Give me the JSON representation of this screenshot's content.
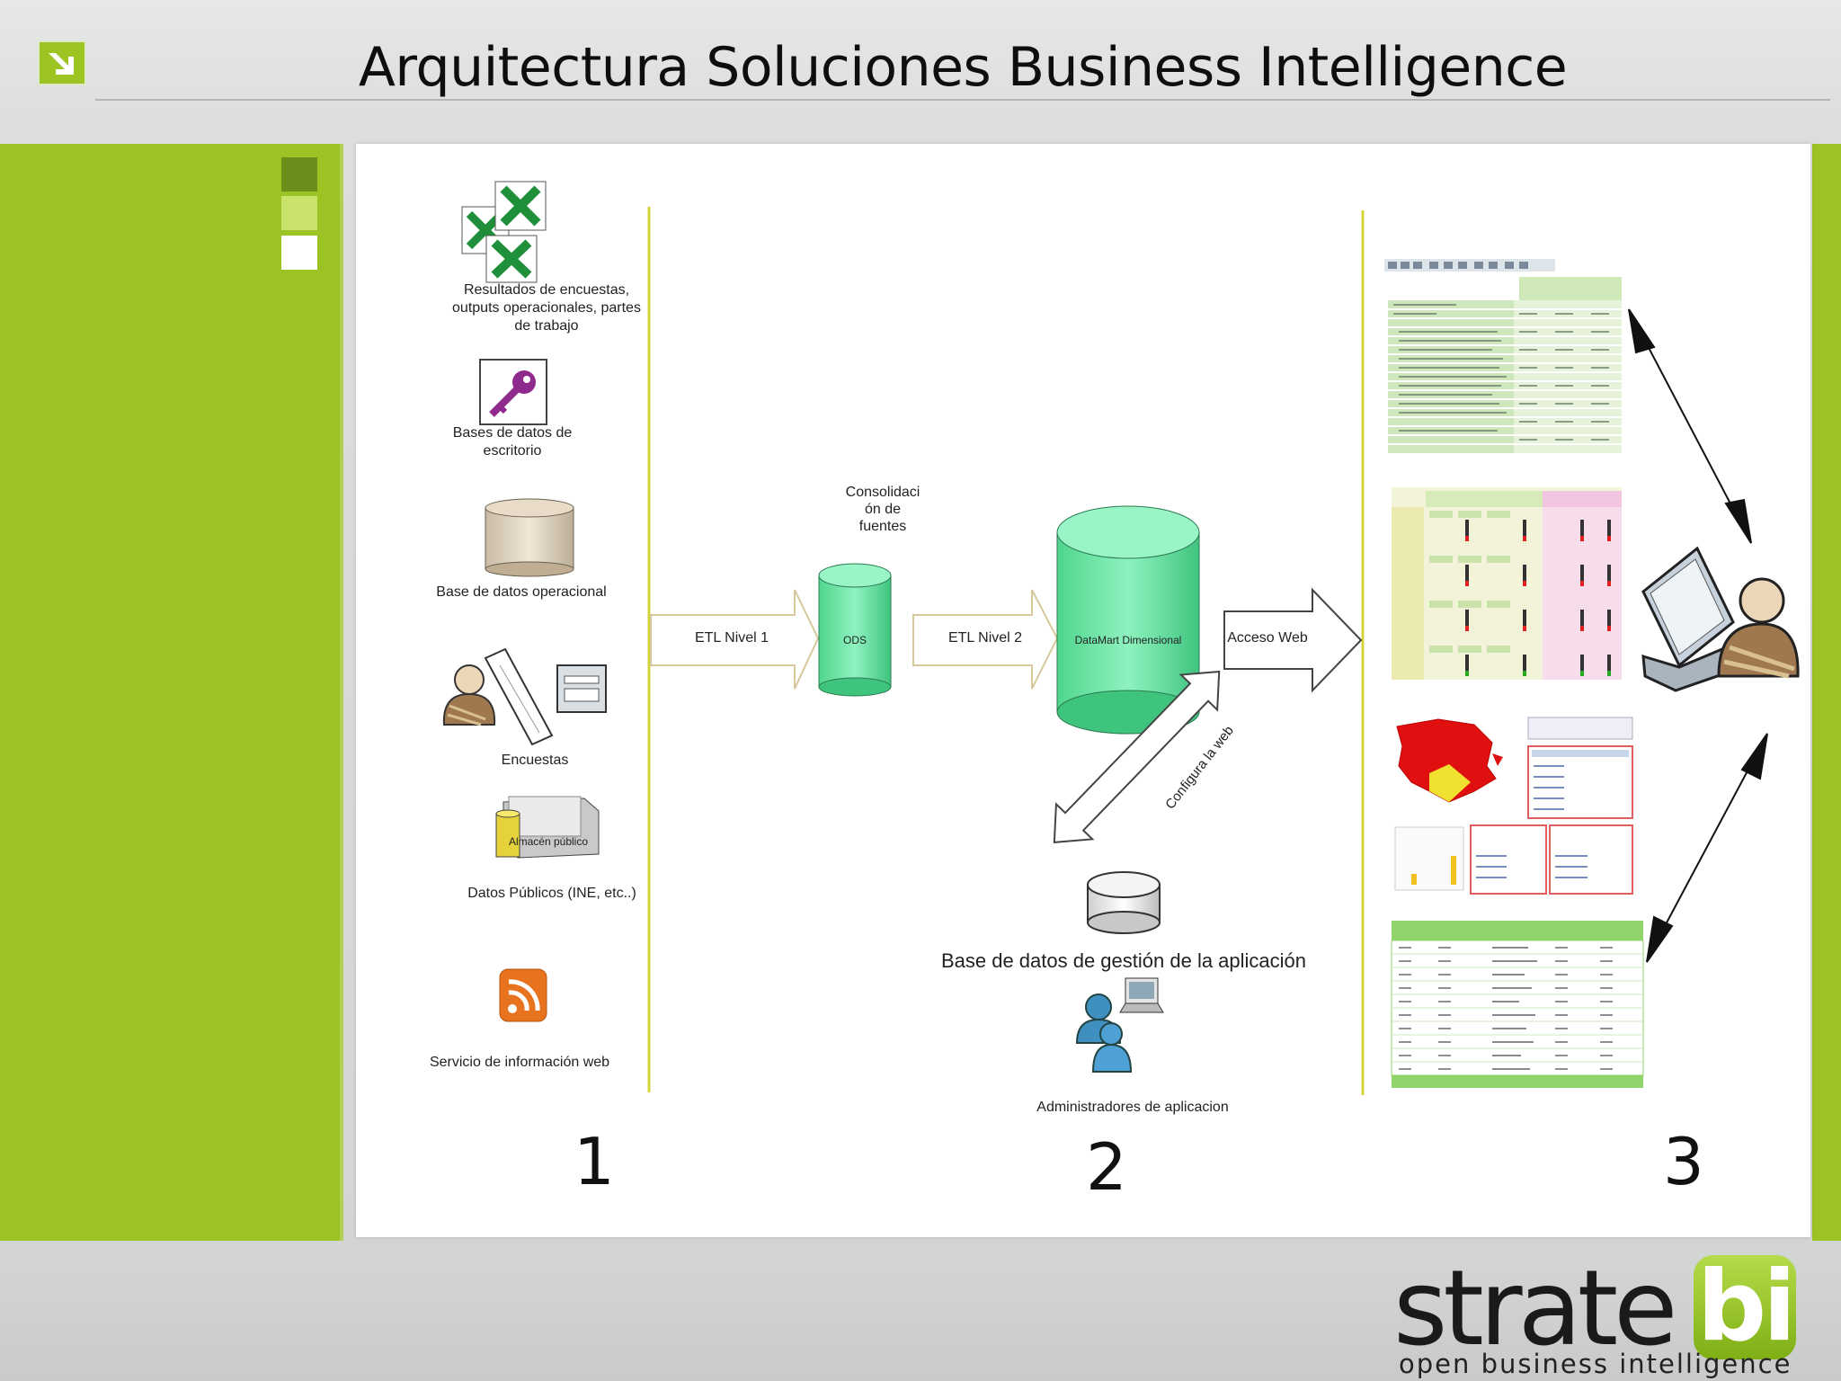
{
  "slide": {
    "title": "Arquitectura Soluciones Business Intelligence"
  },
  "sources": {
    "excel_label": "Resultados de encuestas, outputs operacionales, partes de trabajo",
    "access_label": "Bases de datos de escritorio",
    "opdb_label": "Base de datos operacional",
    "surveys_label": "Encuestas",
    "public_store_caption": "Almacén público",
    "public_label": "Datos Públicos (INE, etc..)",
    "web_label": "Servicio de información web"
  },
  "flow": {
    "consolidation_lines": [
      "Consolidaci",
      "ón de",
      "fuentes"
    ],
    "etl1": "ETL Nivel 1",
    "ods": "ODS",
    "etl2": "ETL Nivel 2",
    "datamart": "DataMart Dimensional",
    "web_access": "Acceso Web",
    "configure": "Configura la web",
    "app_db": "Base de datos de gestión de la aplicación",
    "admins": "Administradores de aplicacion"
  },
  "stages": [
    "1",
    "2",
    "3"
  ],
  "logo": {
    "word": "strate",
    "badge": "bi",
    "tagline": "open business intelligence"
  },
  "colors": {
    "accent_green": "#9ac323",
    "divider_yellow": "#d4d43a",
    "cylinder_green": "#6ee6a6",
    "excel_green": "#1f8f3a",
    "access_purple": "#8e2a8e",
    "rss_orange": "#e8731e",
    "map_red": "#e01010"
  },
  "icons": {
    "corner": "arrow-down-right-icon",
    "excel": "excel-icon",
    "access": "access-key-icon",
    "rss": "rss-icon",
    "person": "person-icon",
    "laptop": "laptop-user-icon"
  }
}
